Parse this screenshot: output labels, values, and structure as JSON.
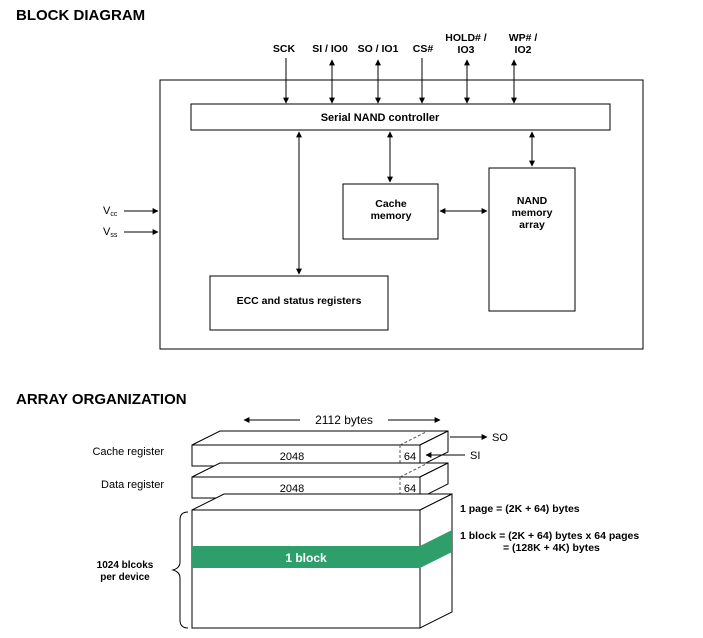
{
  "block_diagram": {
    "title": "BLOCK DIAGRAM",
    "pins": {
      "sck": "SCK",
      "si_io0": "SI / IO0",
      "so_io1": "SO / IO1",
      "cs": "CS#",
      "hold_line1": "HOLD# /",
      "hold_line2": "IO3",
      "wp_line1": "WP# /",
      "wp_line2": "IO2"
    },
    "power": {
      "vcc_main": "V",
      "vcc_sub": "cc",
      "vss_main": "V",
      "vss_sub": "ss"
    },
    "controller_label": "Serial NAND controller",
    "cache_label_line1": "Cache",
    "cache_label_line2": "memory",
    "nand_label_line1": "NAND",
    "nand_label_line2": "memory",
    "nand_label_line3": "array",
    "ecc_label": "ECC and status registers"
  },
  "array_org": {
    "title": "ARRAY ORGANIZATION",
    "width_label": "2112 bytes",
    "so_label": "SO",
    "si_label": "SI",
    "cache_register_label": "Cache register",
    "data_register_label": "Data register",
    "cache_main": "2048",
    "cache_spare": "64",
    "data_main": "2048",
    "data_spare": "64",
    "block_label": "1 block",
    "blocks_line1": "1024 blcoks",
    "blocks_line2": "per device",
    "page_note": "1 page = (2K + 64) bytes",
    "block_note_line1": "1 block = (2K + 64) bytes x 64 pages",
    "block_note_line2": "= (128K + 4K) bytes",
    "colors": {
      "block_fill": "#2e9e6b",
      "outline": "#000000"
    }
  }
}
